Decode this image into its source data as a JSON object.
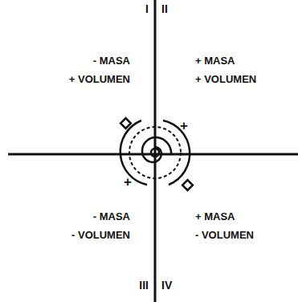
{
  "diagram": {
    "labels": [
      "I",
      "II",
      "- MASA",
      "+ VOLUMEN",
      "+ MASA",
      "+ VOLUMEN",
      "+",
      "+",
      "- MASA",
      "- VOLUMEN",
      "+ MASA",
      "- VOLUMEN",
      "III",
      "IV"
    ]
  }
}
